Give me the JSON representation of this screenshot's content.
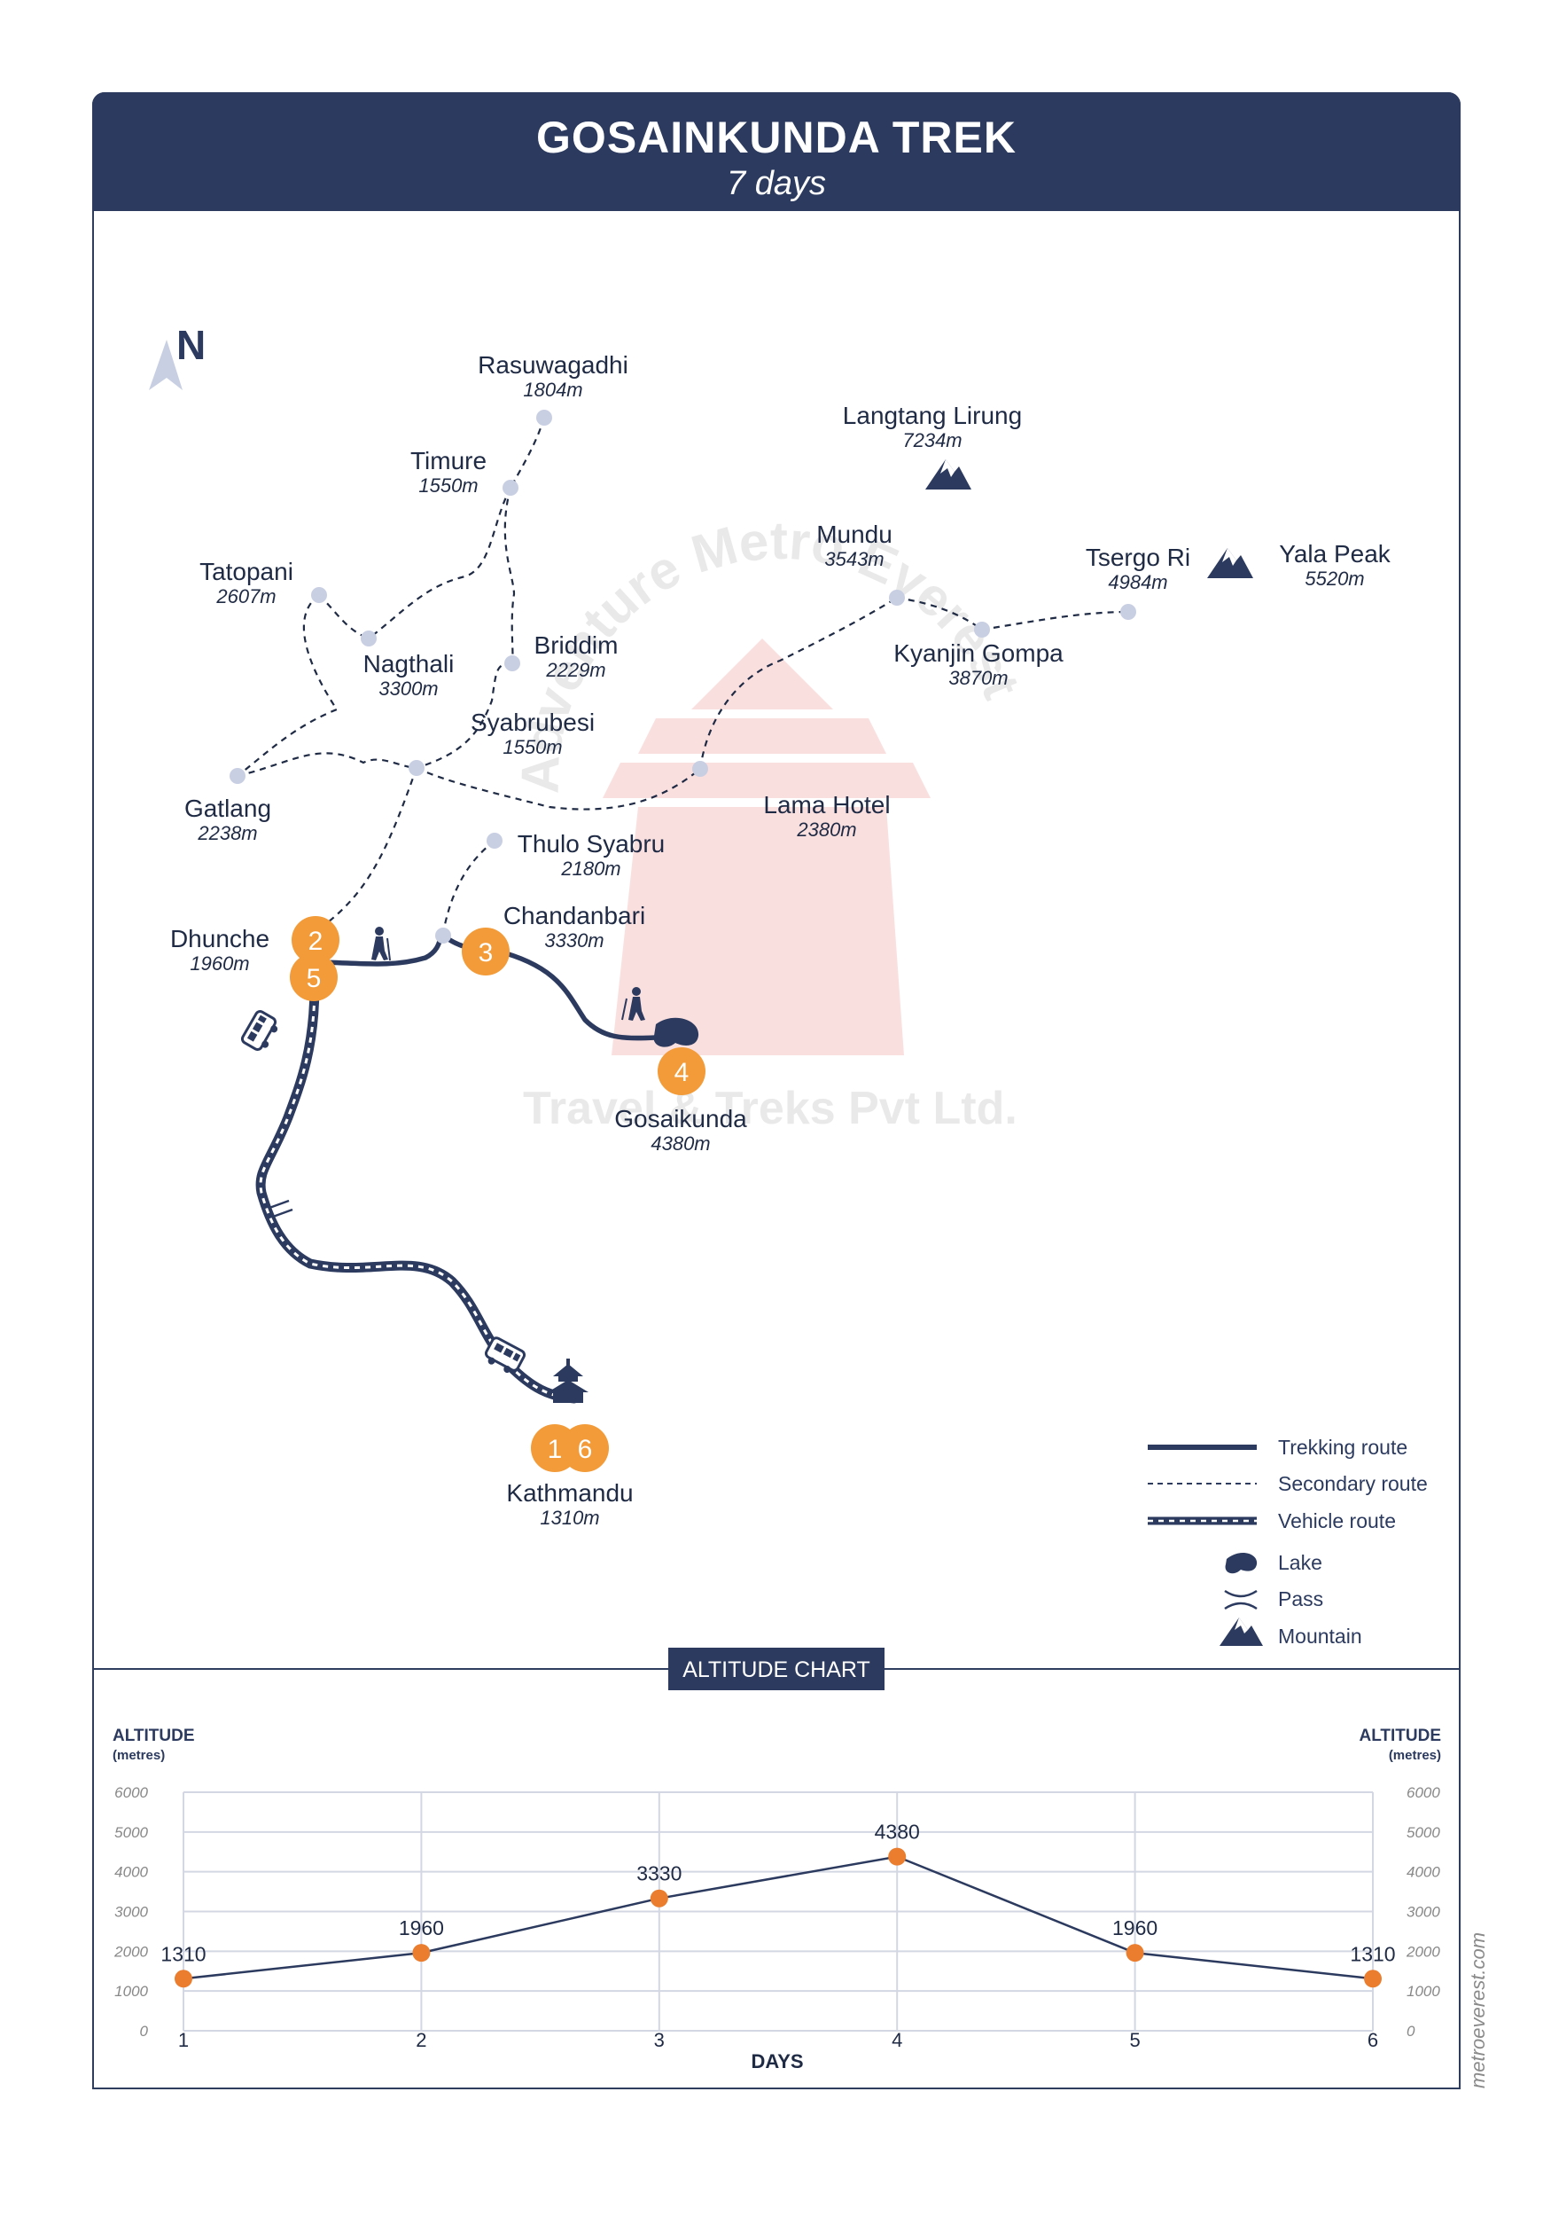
{
  "header": {
    "title": "GOSAINKUNDA TREK",
    "subtitle": "7 days"
  },
  "compass": {
    "label": "N"
  },
  "watermark": {
    "arc_text": "Adventure Metro Everest",
    "bottom_text": "Travel & Treks Pvt Ltd."
  },
  "places": [
    {
      "id": "rasuwagadhi",
      "name": "Rasuwagadhi",
      "alt": "1804m"
    },
    {
      "id": "langtang-lirung",
      "name": "Langtang Lirung",
      "alt": "7234m"
    },
    {
      "id": "timure",
      "name": "Timure",
      "alt": "1550m"
    },
    {
      "id": "mundu",
      "name": "Mundu",
      "alt": "3543m"
    },
    {
      "id": "tsergo-ri",
      "name": "Tsergo Ri",
      "alt": "4984m"
    },
    {
      "id": "yala-peak",
      "name": "Yala Peak",
      "alt": "5520m"
    },
    {
      "id": "tatopani",
      "name": "Tatopani",
      "alt": "2607m"
    },
    {
      "id": "briddim",
      "name": "Briddim",
      "alt": "2229m"
    },
    {
      "id": "kyanjin-gompa",
      "name": "Kyanjin Gompa",
      "alt": "3870m"
    },
    {
      "id": "nagthali",
      "name": "Nagthali",
      "alt": "3300m"
    },
    {
      "id": "syabrubesi",
      "name": "Syabrubesi",
      "alt": "1550m"
    },
    {
      "id": "gatlang",
      "name": "Gatlang",
      "alt": "2238m"
    },
    {
      "id": "lama-hotel",
      "name": "Lama Hotel",
      "alt": "2380m"
    },
    {
      "id": "thulo-syabru",
      "name": "Thulo Syabru",
      "alt": "2180m"
    },
    {
      "id": "chandanbari",
      "name": "Chandanbari",
      "alt": "3330m"
    },
    {
      "id": "dhunche",
      "name": "Dhunche",
      "alt": "1960m"
    },
    {
      "id": "gosaikunda",
      "name": "Gosaikunda",
      "alt": "4380m"
    },
    {
      "id": "kathmandu",
      "name": "Kathmandu",
      "alt": "1310m"
    }
  ],
  "day_badges": [
    "2",
    "5",
    "3",
    "4",
    "1",
    "6"
  ],
  "legend": {
    "trekking": "Trekking route",
    "secondary": "Secondary route",
    "vehicle": "Vehicle route",
    "lake": "Lake",
    "pass": "Pass",
    "mountain": "Mountain"
  },
  "colors": {
    "navy": "#2b3a5e",
    "orange": "#f29b38",
    "node": "#c8cfe2",
    "chart_point": "#ea7d2e"
  },
  "altitude_chart": {
    "tag": "ALTITUDE CHART"
  },
  "footer": {
    "site": "metroeverest.com"
  },
  "chart_data": {
    "type": "line",
    "title": "ALTITUDE CHART",
    "ylabel": "ALTITUDE",
    "ylabel_unit": "(metres)",
    "xlabel": "DAYS",
    "x": [
      1,
      2,
      3,
      4,
      5,
      6
    ],
    "series": [
      {
        "values": [
          1310,
          1960,
          3330,
          4380,
          1960,
          1310
        ]
      }
    ],
    "ylim": [
      0,
      6000
    ],
    "yticks": [
      0,
      1000,
      2000,
      3000,
      4000,
      5000,
      6000
    ],
    "grid": true
  }
}
